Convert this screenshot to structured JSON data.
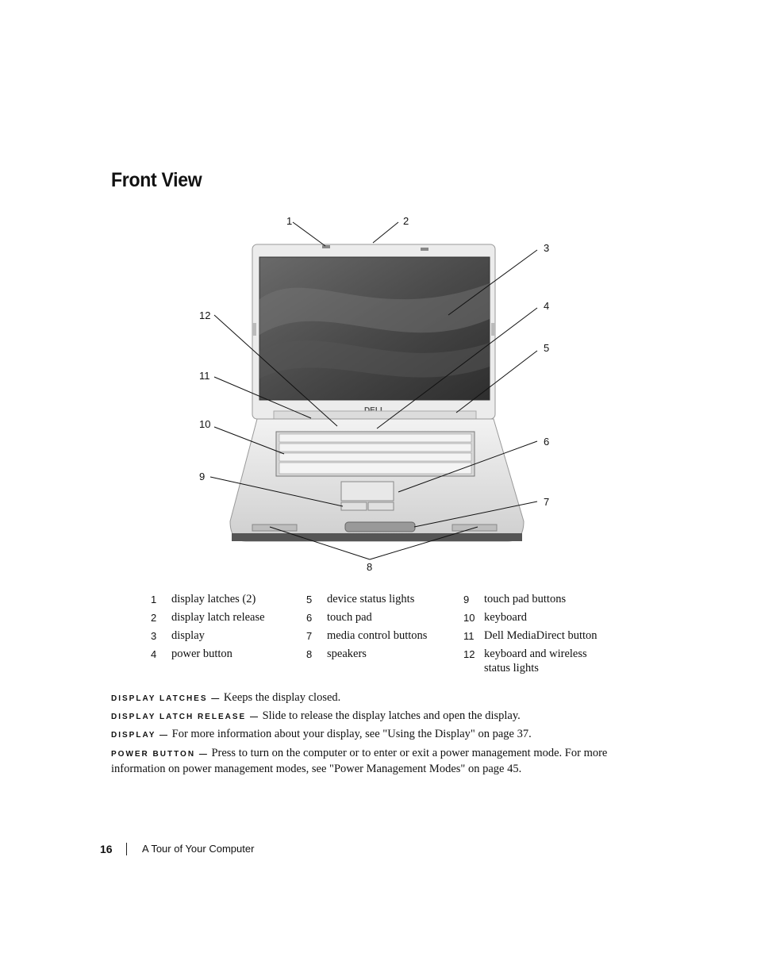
{
  "title": "Front View",
  "callouts": [
    "1",
    "2",
    "3",
    "4",
    "5",
    "6",
    "7",
    "8",
    "9",
    "10",
    "11",
    "12"
  ],
  "figure": {
    "logo_text": "DELL"
  },
  "legend": [
    {
      "num": "1",
      "label": "display latches (2)"
    },
    {
      "num": "2",
      "label": "display latch release"
    },
    {
      "num": "3",
      "label": "display"
    },
    {
      "num": "4",
      "label": "power button"
    },
    {
      "num": "5",
      "label": "device status lights"
    },
    {
      "num": "6",
      "label": "touch pad"
    },
    {
      "num": "7",
      "label": "media control buttons"
    },
    {
      "num": "8",
      "label": "speakers"
    },
    {
      "num": "9",
      "label": "touch pad buttons"
    },
    {
      "num": "10",
      "label": "keyboard"
    },
    {
      "num": "11",
      "label": "Dell MediaDirect button"
    },
    {
      "num": "12",
      "label": "keyboard and wireless status lights"
    }
  ],
  "descriptions": [
    {
      "term": "Display latches —",
      "text": "Keeps the display closed."
    },
    {
      "term": "Display latch release —",
      "text": "Slide to release the display latches and open the display."
    },
    {
      "term": "Display —",
      "text": "For more information about your display, see \"Using the Display\" on page 37."
    },
    {
      "term": "Power button —",
      "text": "Press to turn on the computer or to enter or exit a power management mode. For more information on power management modes, see \"Power Management Modes\" on page 45."
    }
  ],
  "footer": {
    "page_number": "16",
    "chapter": "A Tour of Your Computer"
  }
}
